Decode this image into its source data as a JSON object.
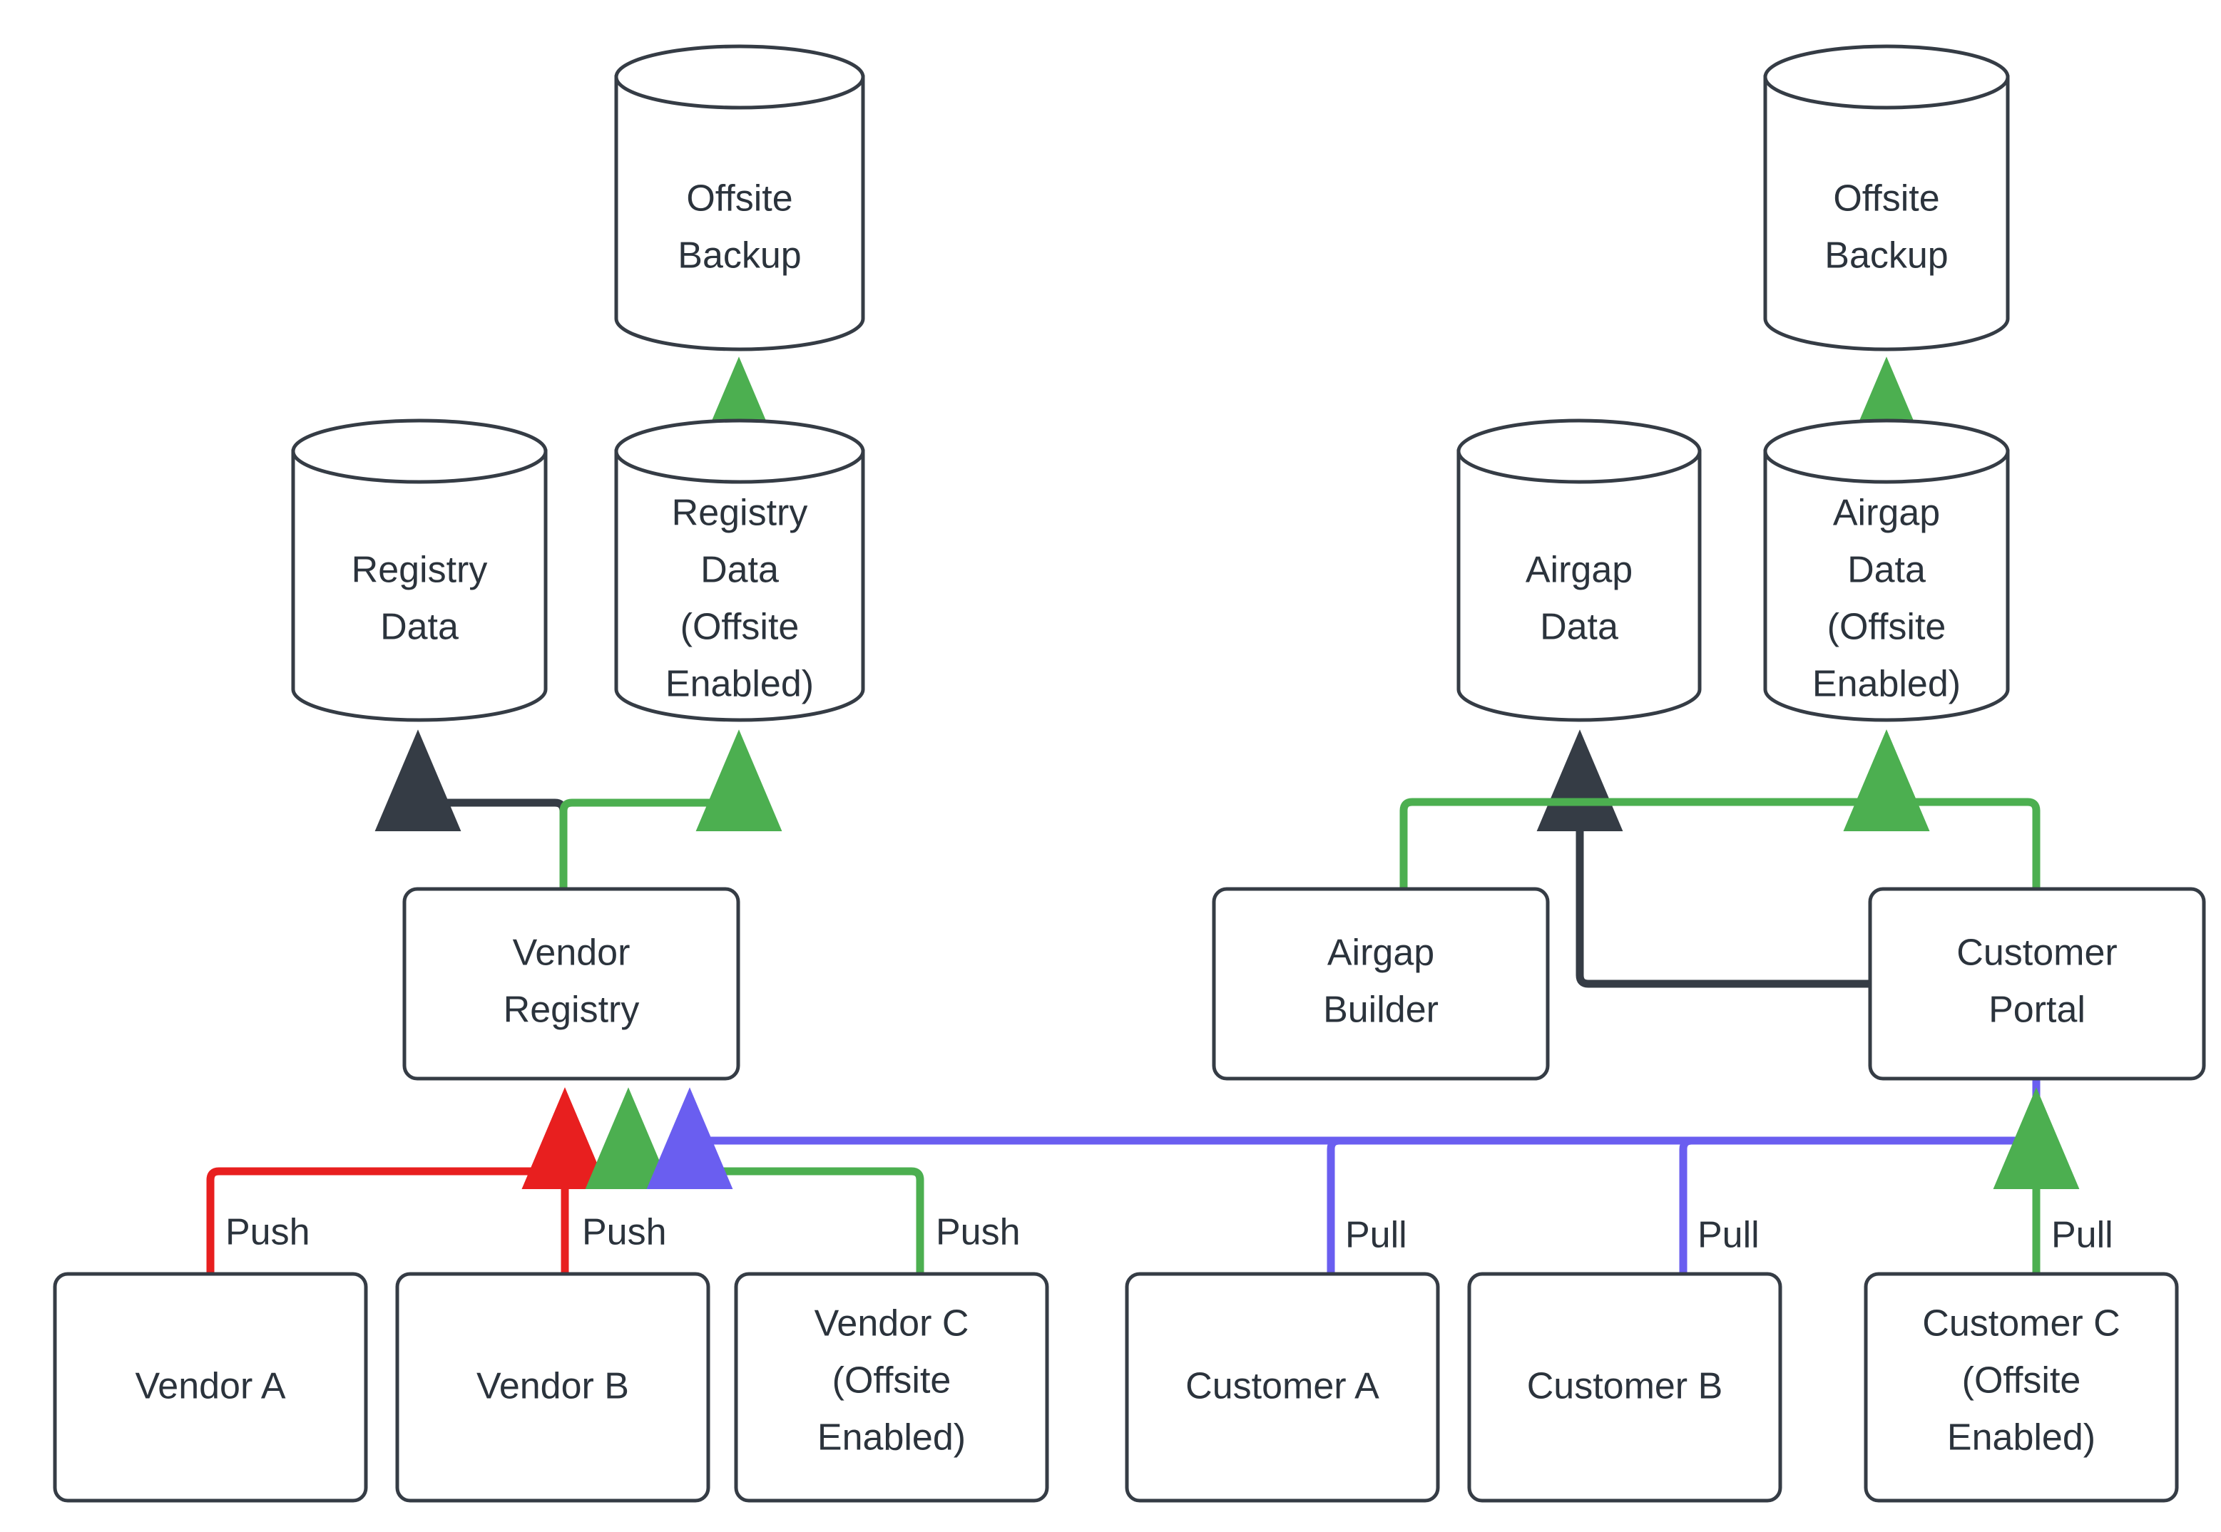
{
  "diagram": {
    "type": "flow-architecture",
    "background": "#ffffff",
    "colors": {
      "node_stroke": "#353c45",
      "node_fill": "#ffffff",
      "text": "#2b333c",
      "edge_default": "#353c45",
      "edge_green": "#4caf50",
      "edge_red": "#e81f1f",
      "edge_blue": "#6a5ef0"
    },
    "nodes": {
      "offsite_backup_left": {
        "label_line1": "Offsite",
        "label_line2": "Backup",
        "shape": "cylinder"
      },
      "offsite_backup_right": {
        "label_line1": "Offsite",
        "label_line2": "Backup",
        "shape": "cylinder"
      },
      "registry_data": {
        "label_line1": "Registry",
        "label_line2": "Data",
        "shape": "cylinder"
      },
      "registry_data_offsite": {
        "label_line1": "Registry",
        "label_line2": "Data",
        "label_line3": "(Offsite",
        "label_line4": "Enabled)",
        "shape": "cylinder"
      },
      "airgap_data": {
        "label_line1": "Airgap",
        "label_line2": "Data",
        "shape": "cylinder"
      },
      "airgap_data_offsite": {
        "label_line1": "Airgap",
        "label_line2": "Data",
        "label_line3": "(Offsite",
        "label_line4": "Enabled)",
        "shape": "cylinder"
      },
      "vendor_registry": {
        "label_line1": "Vendor",
        "label_line2": "Registry",
        "shape": "rounded-rect"
      },
      "airgap_builder": {
        "label_line1": "Airgap",
        "label_line2": "Builder",
        "shape": "rounded-rect"
      },
      "customer_portal": {
        "label_line1": "Customer",
        "label_line2": "Portal",
        "shape": "rounded-rect"
      },
      "vendor_a": {
        "label_line1": "Vendor A",
        "shape": "rounded-rect"
      },
      "vendor_b": {
        "label_line1": "Vendor B",
        "shape": "rounded-rect"
      },
      "vendor_c": {
        "label_line1": "Vendor C",
        "label_line2": "(Offsite",
        "label_line3": "Enabled)",
        "shape": "rounded-rect"
      },
      "customer_a": {
        "label_line1": "Customer A",
        "shape": "rounded-rect"
      },
      "customer_b": {
        "label_line1": "Customer B",
        "shape": "rounded-rect"
      },
      "customer_c": {
        "label_line1": "Customer C",
        "label_line2": "(Offsite",
        "label_line3": "Enabled)",
        "shape": "rounded-rect"
      }
    },
    "edge_labels": {
      "vendor_a_push": "Push",
      "vendor_b_push": "Push",
      "vendor_c_push": "Push",
      "customer_a_pull": "Pull",
      "customer_b_pull": "Pull",
      "customer_c_pull": "Pull"
    },
    "edges": [
      {
        "from": "vendor_a",
        "to": "vendor_registry",
        "label": "Push",
        "color": "#e81f1f"
      },
      {
        "from": "vendor_b",
        "to": "vendor_registry",
        "label": "Push",
        "color": "#e81f1f"
      },
      {
        "from": "vendor_c",
        "to": "vendor_registry",
        "label": "Push",
        "color": "#4caf50"
      },
      {
        "from": "customer_portal",
        "to": "vendor_registry",
        "label": "",
        "color": "#6a5ef0"
      },
      {
        "from": "vendor_registry",
        "to": "registry_data",
        "label": "",
        "color": "#353c45"
      },
      {
        "from": "vendor_registry",
        "to": "registry_data_offsite",
        "label": "",
        "color": "#4caf50"
      },
      {
        "from": "registry_data_offsite",
        "to": "offsite_backup_left",
        "label": "",
        "color": "#4caf50"
      },
      {
        "from": "customer_a",
        "to": "customer_portal",
        "label": "Pull",
        "color": "#6a5ef0"
      },
      {
        "from": "customer_b",
        "to": "customer_portal",
        "label": "Pull",
        "color": "#6a5ef0"
      },
      {
        "from": "customer_c",
        "to": "customer_portal",
        "label": "Pull",
        "color": "#4caf50"
      },
      {
        "from": "customer_portal",
        "to": "airgap_data",
        "label": "",
        "color": "#353c45"
      },
      {
        "from": "airgap_builder",
        "to": "airgap_data_offsite",
        "label": "",
        "color": "#4caf50"
      },
      {
        "from": "customer_portal",
        "to": "airgap_data_offsite",
        "label": "",
        "color": "#4caf50"
      },
      {
        "from": "airgap_data_offsite",
        "to": "offsite_backup_right",
        "label": "",
        "color": "#4caf50"
      }
    ]
  }
}
